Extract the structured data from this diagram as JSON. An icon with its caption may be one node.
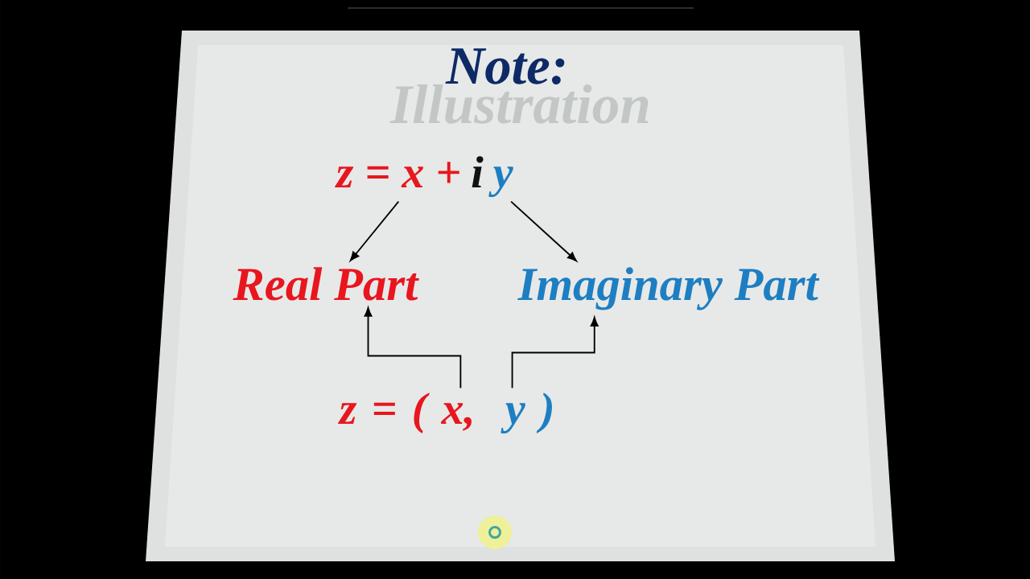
{
  "diagram": {
    "title": "Note:",
    "nodes": [
      {
        "text": [
          "z = x +",
          "i",
          "y"
        ]
      },
      {
        "text": [
          "Real Part"
        ]
      },
      {
        "text": [
          "Imaginary Part"
        ]
      },
      {
        "text": [
          "z = ( x,",
          "y )"
        ]
      }
    ],
    "edges": [
      {
        "from": 0,
        "to": 1,
        "arrow": "to"
      },
      {
        "from": 0,
        "to": 2,
        "arrow": "to"
      },
      {
        "from": 3,
        "to": 1,
        "arrow": "to"
      },
      {
        "from": 3,
        "to": 2,
        "arrow": "to"
      }
    ],
    "labels": [
      "Illustration"
    ]
  }
}
